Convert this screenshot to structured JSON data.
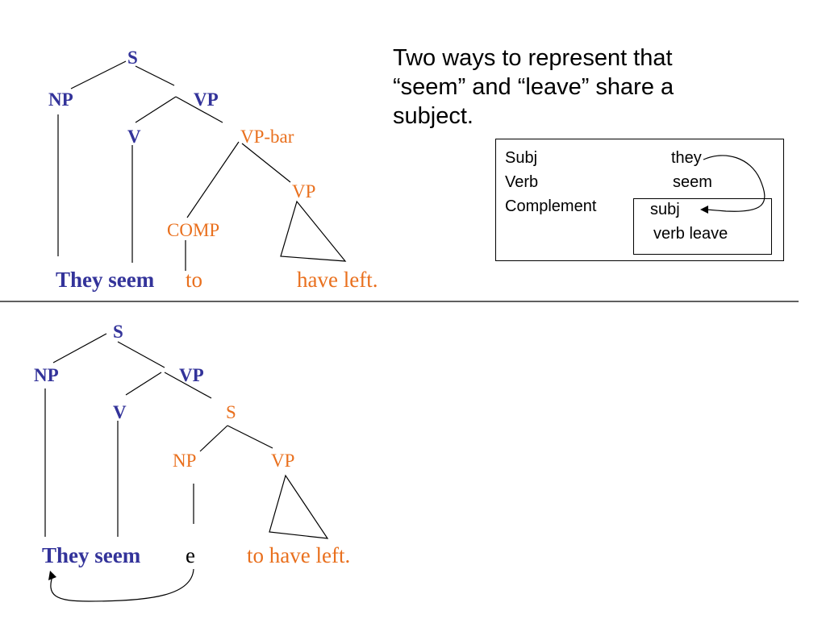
{
  "title": "Two ways to represent that “seem” and “leave” share a subject.",
  "colors": {
    "syntax_blue": "#33339a",
    "highlight_orange": "#e9701e"
  },
  "tree1": {
    "S": "S",
    "NP": "NP",
    "VP": "VP",
    "V": "V",
    "VP_bar": "VP-bar",
    "VP2": "VP",
    "COMP": "COMP",
    "words": {
      "they_seem": "They seem",
      "to": "to",
      "have_left": "have left."
    }
  },
  "feature_structure": {
    "subj_label": "Subj",
    "subj_value": "they",
    "verb_label": "Verb",
    "verb_value": "seem",
    "complement_label": "Complement",
    "inner_subj": "subj",
    "inner_verb": "verb leave"
  },
  "tree2": {
    "S": "S",
    "NP": "NP",
    "VP": "VP",
    "V": "V",
    "S2": "S",
    "NP2": "NP",
    "VP2": "VP",
    "words": {
      "they_seem": "They seem",
      "e": "e",
      "to_have_left": "to  have left."
    }
  }
}
